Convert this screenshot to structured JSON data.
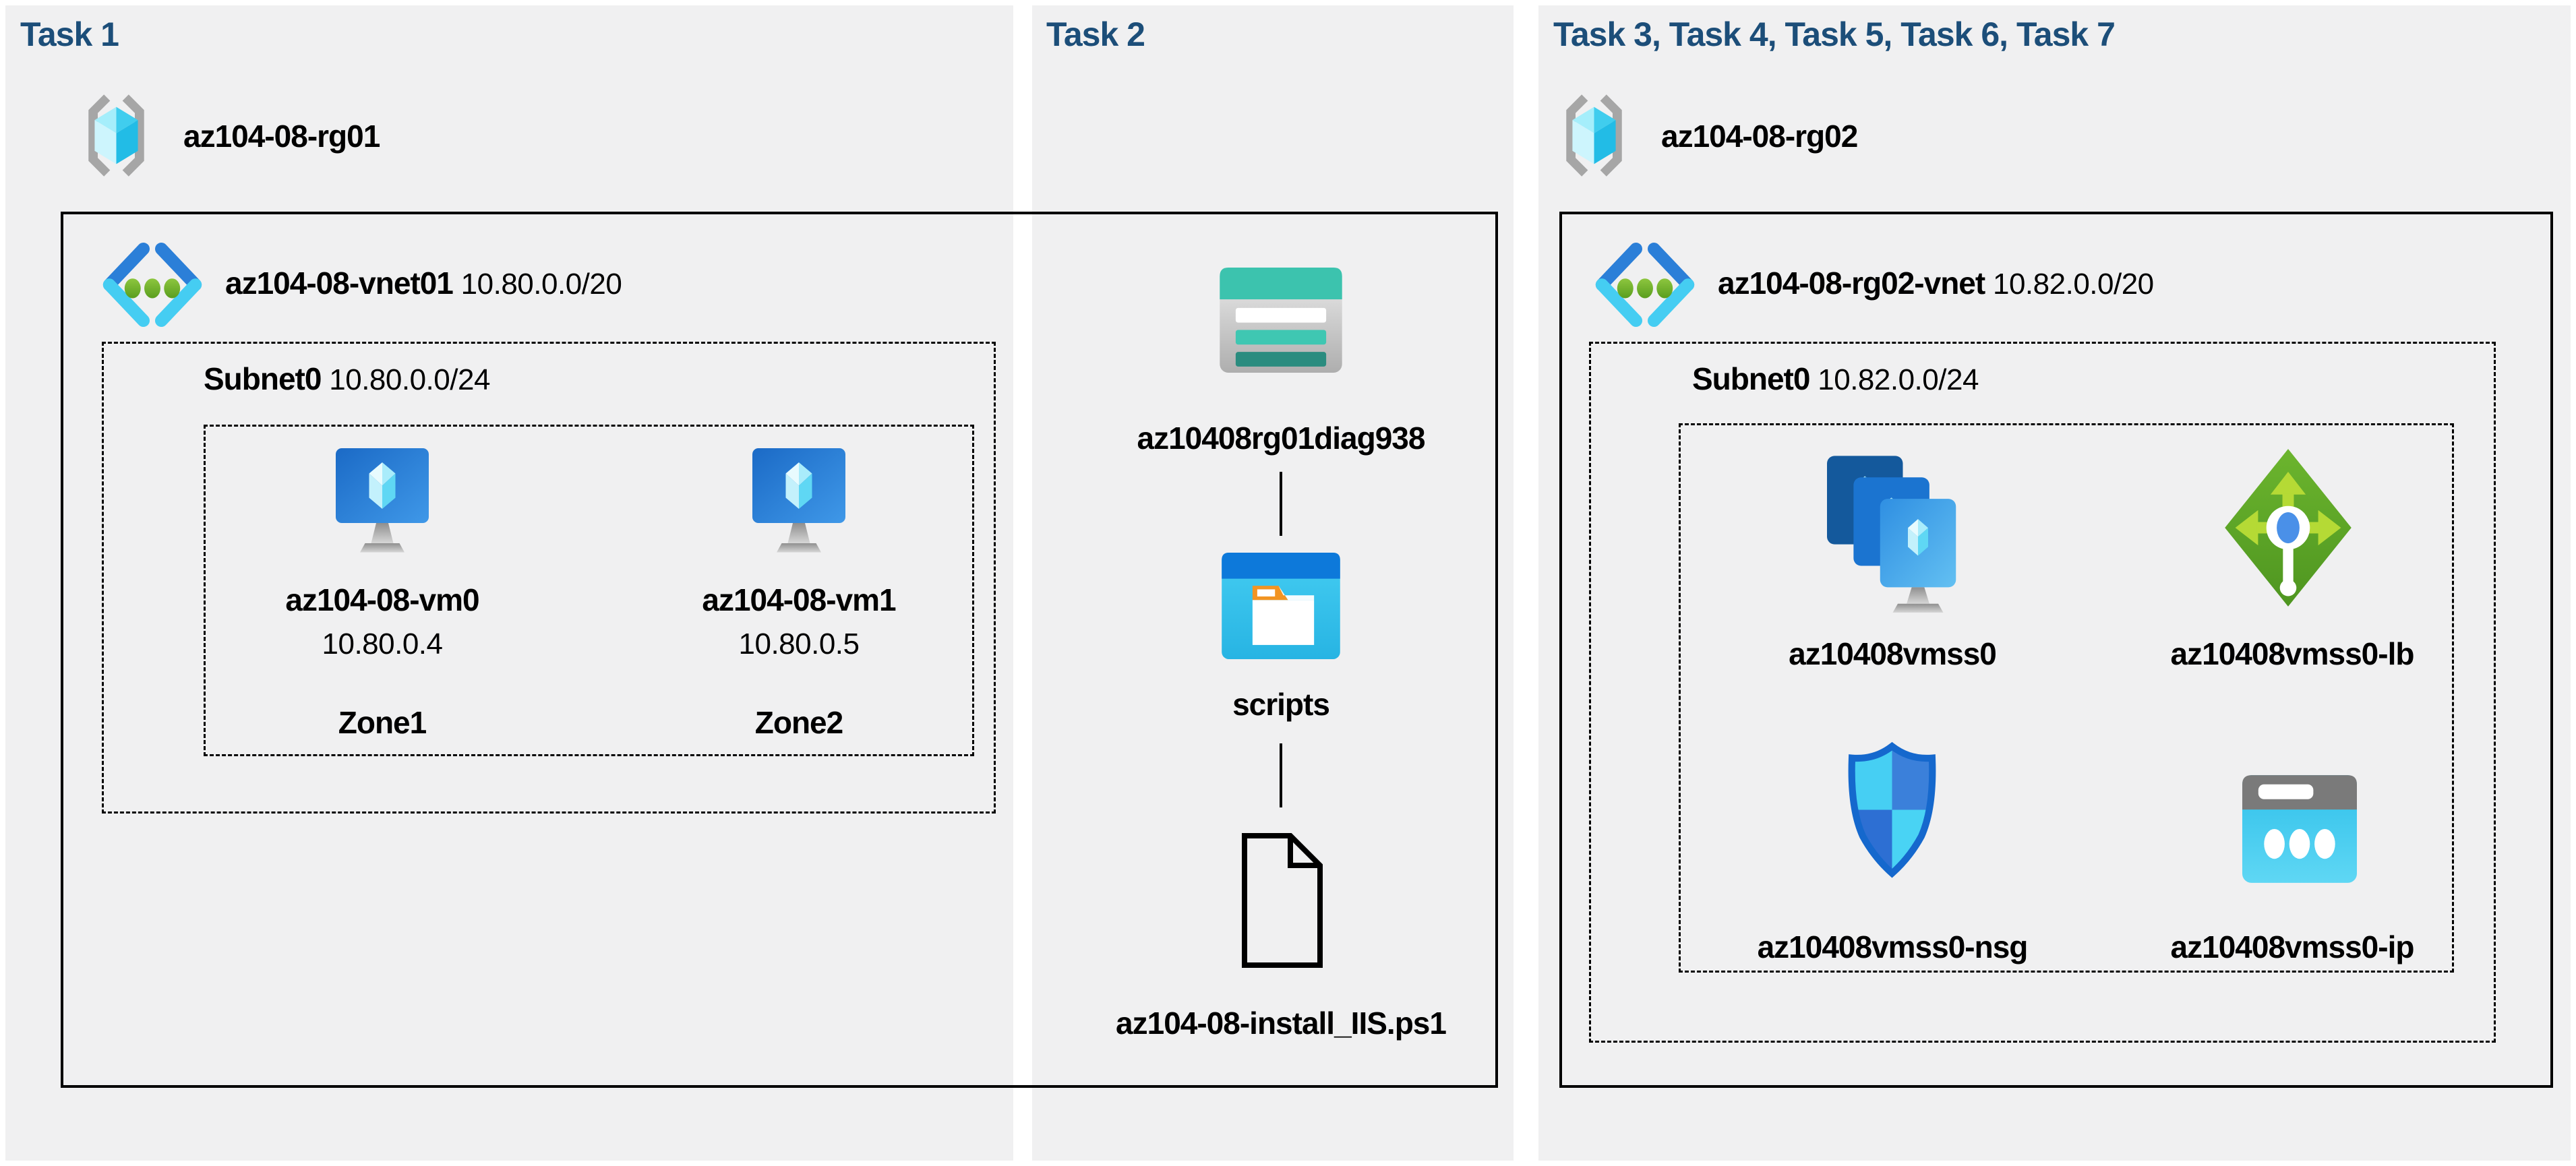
{
  "titles": {
    "task1": "Task 1",
    "task2": "Task 2",
    "task3": "Task 3, Task 4, Task 5, Task 6, Task 7"
  },
  "panel1": {
    "resource_group": "az104-08-rg01",
    "vnet": {
      "name": "az104-08-vnet01",
      "cidr": "10.80.0.0/20"
    },
    "subnet": {
      "name": "Subnet0",
      "cidr": "10.80.0.0/24"
    },
    "vms": [
      {
        "name": "az104-08-vm0",
        "ip": "10.80.0.4",
        "zone": "Zone1"
      },
      {
        "name": "az104-08-vm1",
        "ip": "10.80.0.5",
        "zone": "Zone2"
      }
    ]
  },
  "panel2": {
    "storage_account": "az10408rg01diag938",
    "container": "scripts",
    "file": "az104-08-install_IIS.ps1"
  },
  "panel3": {
    "resource_group": "az104-08-rg02",
    "vnet": {
      "name": "az104-08-rg02-vnet",
      "cidr": "10.82.0.0/20"
    },
    "subnet": {
      "name": "Subnet0",
      "cidr": "10.82.0.0/24"
    },
    "resources": [
      {
        "name": "az10408vmss0",
        "type": "vm-scale-set"
      },
      {
        "name": "az10408vmss0-lb",
        "type": "load-balancer"
      },
      {
        "name": "az10408vmss0-nsg",
        "type": "network-security-group"
      },
      {
        "name": "az10408vmss0-ip",
        "type": "public-ip"
      }
    ]
  },
  "icons": {
    "resource-group-icon": "gray brackets with cyan cube",
    "vnet-icon": "blue/cyan chevrons with three green dots",
    "virtual-machine-icon": "blue monitor with cyan crystal on gray stand",
    "storage-account-icon": "teal-banded table card",
    "blob-container-icon": "blue window with white folder and orange tab",
    "powershell-file-icon": "black outlined document with folded corner",
    "vmss-icon": "three stacked blue screens with crystals on stand",
    "load-balancer-icon": "green diamond with arrows and white probe",
    "nsg-icon": "four-quadrant blue shield",
    "public-ip-icon": "cyan card with gray top band and three white dots"
  },
  "colors": {
    "panel_bg": "#f0f0f1",
    "title_text": "#1c4e79",
    "label_text": "#000000",
    "box_border": "#000000",
    "azure_blue": "#1b74d0",
    "azure_cyan": "#45cdf2",
    "teal": "#3cc3ae",
    "dark_teal": "#2a8c7f",
    "green": "#5ea724",
    "light_green": "#b5da35",
    "orange": "#f29422",
    "gray": "#a6a6a6"
  }
}
